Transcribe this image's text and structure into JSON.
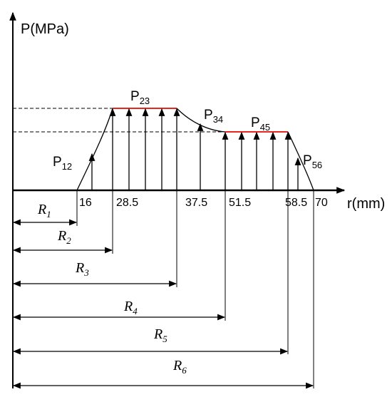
{
  "axes": {
    "y_label": "P(MPa)",
    "x_label": "r(mm)",
    "x_ticks": [
      "16",
      "28.5",
      "37.5",
      "51.5",
      "58.5",
      "70"
    ]
  },
  "pressures": {
    "p12": "P",
    "p12_sub": "12",
    "p23": "P",
    "p23_sub": "23",
    "p34": "P",
    "p34_sub": "34",
    "p45": "P",
    "p45_sub": "45",
    "p56": "P",
    "p56_sub": "56"
  },
  "radii": {
    "r1": "R",
    "r1_sub": "1",
    "r2": "R",
    "r2_sub": "2",
    "r3": "R",
    "r3_sub": "3",
    "r4": "R",
    "r4_sub": "4",
    "r5": "R",
    "r5_sub": "5",
    "r6": "R",
    "r6_sub": "6"
  },
  "colors": {
    "line": "#000000",
    "highlight": "#e8281e"
  }
}
